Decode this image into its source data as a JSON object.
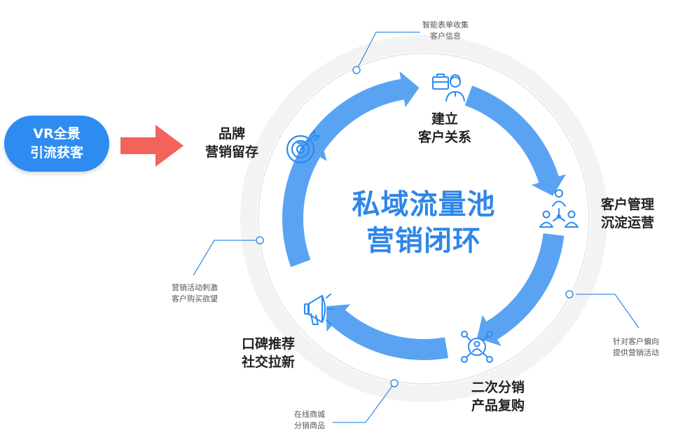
{
  "start": {
    "line1": "VR全景",
    "line2": "引流获客"
  },
  "center": {
    "line1": "私域流量池",
    "line2": "营销闭环"
  },
  "stages": [
    {
      "line1": "建立",
      "line2": "客户关系",
      "icon": "customer-service-icon"
    },
    {
      "line1": "客户管理",
      "line2": "沉淀运营",
      "icon": "team-network-icon"
    },
    {
      "line1": "二次分销",
      "line2": "产品复购",
      "icon": "distribution-hub-icon"
    },
    {
      "line1": "口碑推荐",
      "line2": "社交拉新",
      "icon": "megaphone-icon"
    },
    {
      "line1": "品牌",
      "line2": "营销留存",
      "icon": "target-icon"
    }
  ],
  "notes": [
    {
      "line1": "智能表单收集",
      "line2": "客户信息"
    },
    {
      "line1": "针对客户偏向",
      "line2": "提供营销活动"
    },
    {
      "line1": "在线商城",
      "line2": "分销商品"
    },
    {
      "line1": "营销活动刺激",
      "line2": "客户购买欲望"
    }
  ],
  "colors": {
    "primary": "#2e8bf0",
    "arrow": "#5aa3f2",
    "accent_arrow": "#f2635c",
    "ring": "#f3f3f3"
  }
}
